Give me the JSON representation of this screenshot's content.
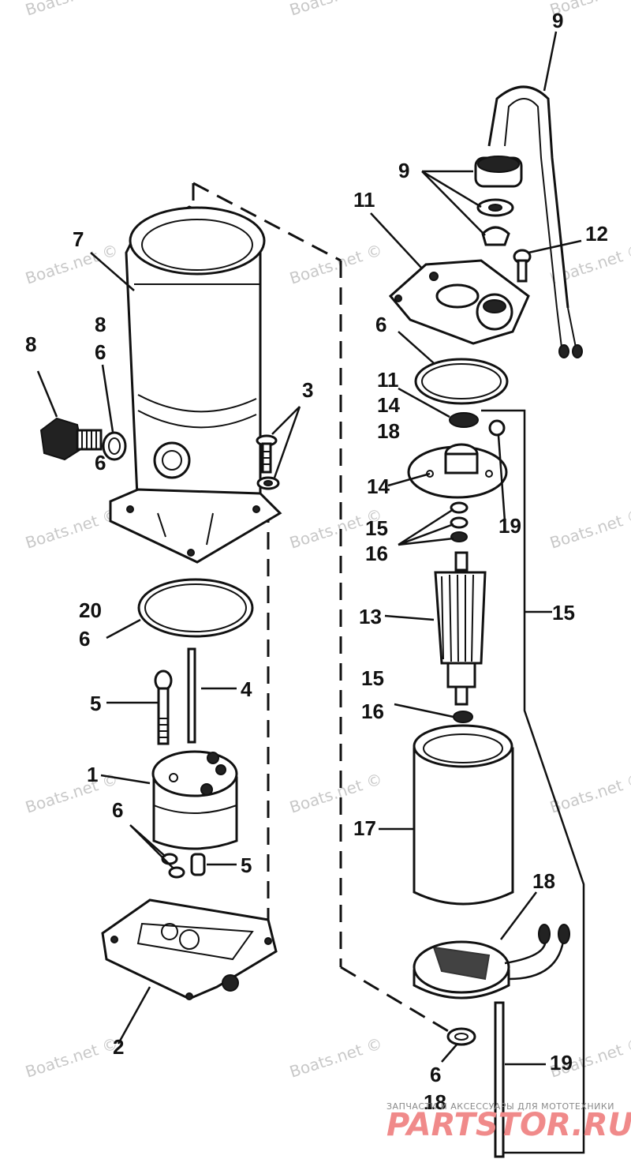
{
  "watermark_text": "Boats.net ©",
  "callouts": [
    "9",
    "9",
    "11",
    "12",
    "7",
    "8",
    "6",
    "8",
    "6",
    "3",
    "6",
    "11",
    "14",
    "18",
    "14",
    "19",
    "15",
    "16",
    "15",
    "13",
    "20",
    "6",
    "4",
    "5",
    "15",
    "16",
    "1",
    "17",
    "6",
    "5",
    "18",
    "2",
    "19",
    "6",
    "18"
  ],
  "footer": {
    "tagline": "ЗАПЧАСТИ И АКСЕССУАРЫ ДЛЯ МОТОТЕХНИКИ",
    "logo": "PARTSTOR.RU"
  }
}
